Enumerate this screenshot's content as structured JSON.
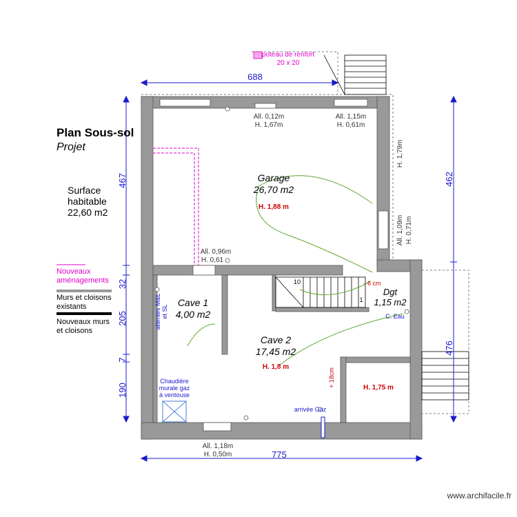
{
  "title": "Plan Sous-sol",
  "subtitle": "Projet",
  "surface": {
    "line1": "Surface",
    "line2": "habitable",
    "line3": "22,60 m2"
  },
  "legend": {
    "new_fit": {
      "line1": "Nouveaux",
      "line2": "aménagements",
      "color": "#e000c8"
    },
    "existing": {
      "line1": "Murs et cloisons",
      "line2": "existants",
      "color": "#999999"
    },
    "new_walls": {
      "line1": "Nouveaux murs",
      "line2": "et cloisons",
      "color": "#000000"
    }
  },
  "post": {
    "line1": "poteau de renfort",
    "line2": "20 x 20"
  },
  "dimensions": {
    "top": "688",
    "bottom": "775",
    "left_1": "467",
    "left_2": "32",
    "left_3": "205",
    "left_4": "7",
    "left_5": "190",
    "right_1": "462",
    "right_2": "476"
  },
  "rooms": {
    "garage": {
      "name": "Garage",
      "area": "26,70 m2",
      "height": "H. 1,88 m"
    },
    "cave1": {
      "name": "Cave 1",
      "area": "4,00 m2"
    },
    "cave2": {
      "name": "Cave 2",
      "area": "17,45 m2",
      "height": "H. 1,8 m"
    },
    "dgt": {
      "name": "Dgt",
      "area": "1,15 m2"
    },
    "room_h": "H. 1,75 m"
  },
  "openings": {
    "win_top1": {
      "line1": "All. 0,12m",
      "line2": "H. 1,67m"
    },
    "win_top2": {
      "line1": "All. 1,15m",
      "line2": "H. 0,61m"
    },
    "win_mid": {
      "line1": "All. 0,96m",
      "line2": "H. 0,61"
    },
    "win_bottom": {
      "line1": "All. 1,18m",
      "line2": "H. 0,50m"
    },
    "win_right1": "H. 1,79m",
    "win_right2": {
      "line1": "All. 1,09m",
      "line2": "H. 0,71m"
    }
  },
  "notes": {
    "attentes": {
      "line1": "attentes M&L",
      "line2": "et SL"
    },
    "chaudiere": {
      "line1": "Chaudière",
      "line2": "murale gaz",
      "line3": "à ventouse"
    },
    "gas": "arrivée Gaz",
    "water": "C. Eau",
    "stair_step_hi": "10",
    "stair_step_lo": "1",
    "minus_cm": "- 6 cm",
    "plus_cm": "+ 18cm"
  },
  "credit": "www.archifacile.fr",
  "colors": {
    "wall": "#999999",
    "dim": "#1a1acc",
    "red": "#cc0000",
    "green": "#5fa830",
    "magenta": "#e000c8"
  }
}
